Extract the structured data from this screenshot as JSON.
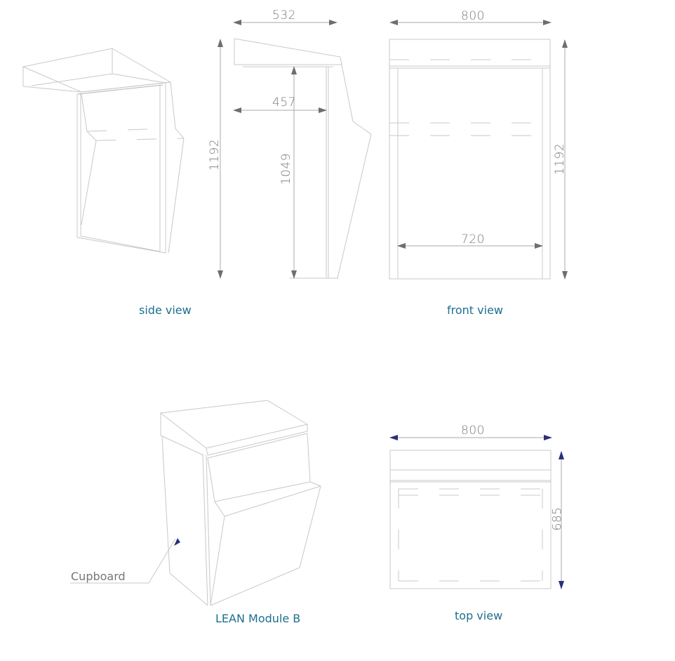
{
  "title": "LEAN Module B",
  "views": {
    "side": {
      "caption": "side view",
      "dimensions": {
        "depth_total": "532",
        "depth_body": "457",
        "height_total": "1192",
        "height_body": "1049"
      }
    },
    "front": {
      "caption": "front view",
      "dimensions": {
        "width_total": "800",
        "width_inner": "720",
        "height_total": "1192"
      }
    },
    "iso": {
      "caption": "LEAN Module B",
      "callout": "Cupboard"
    },
    "top": {
      "caption": "top view",
      "dimensions": {
        "width_total": "800",
        "depth_total": "685"
      }
    }
  },
  "colors": {
    "caption": "#1d6f8f",
    "dimension_text": "#7a7a7a",
    "line": "#c8c8c8",
    "arrow_grey": "#6e6e6e",
    "arrow_blue": "#2b2f7a"
  }
}
